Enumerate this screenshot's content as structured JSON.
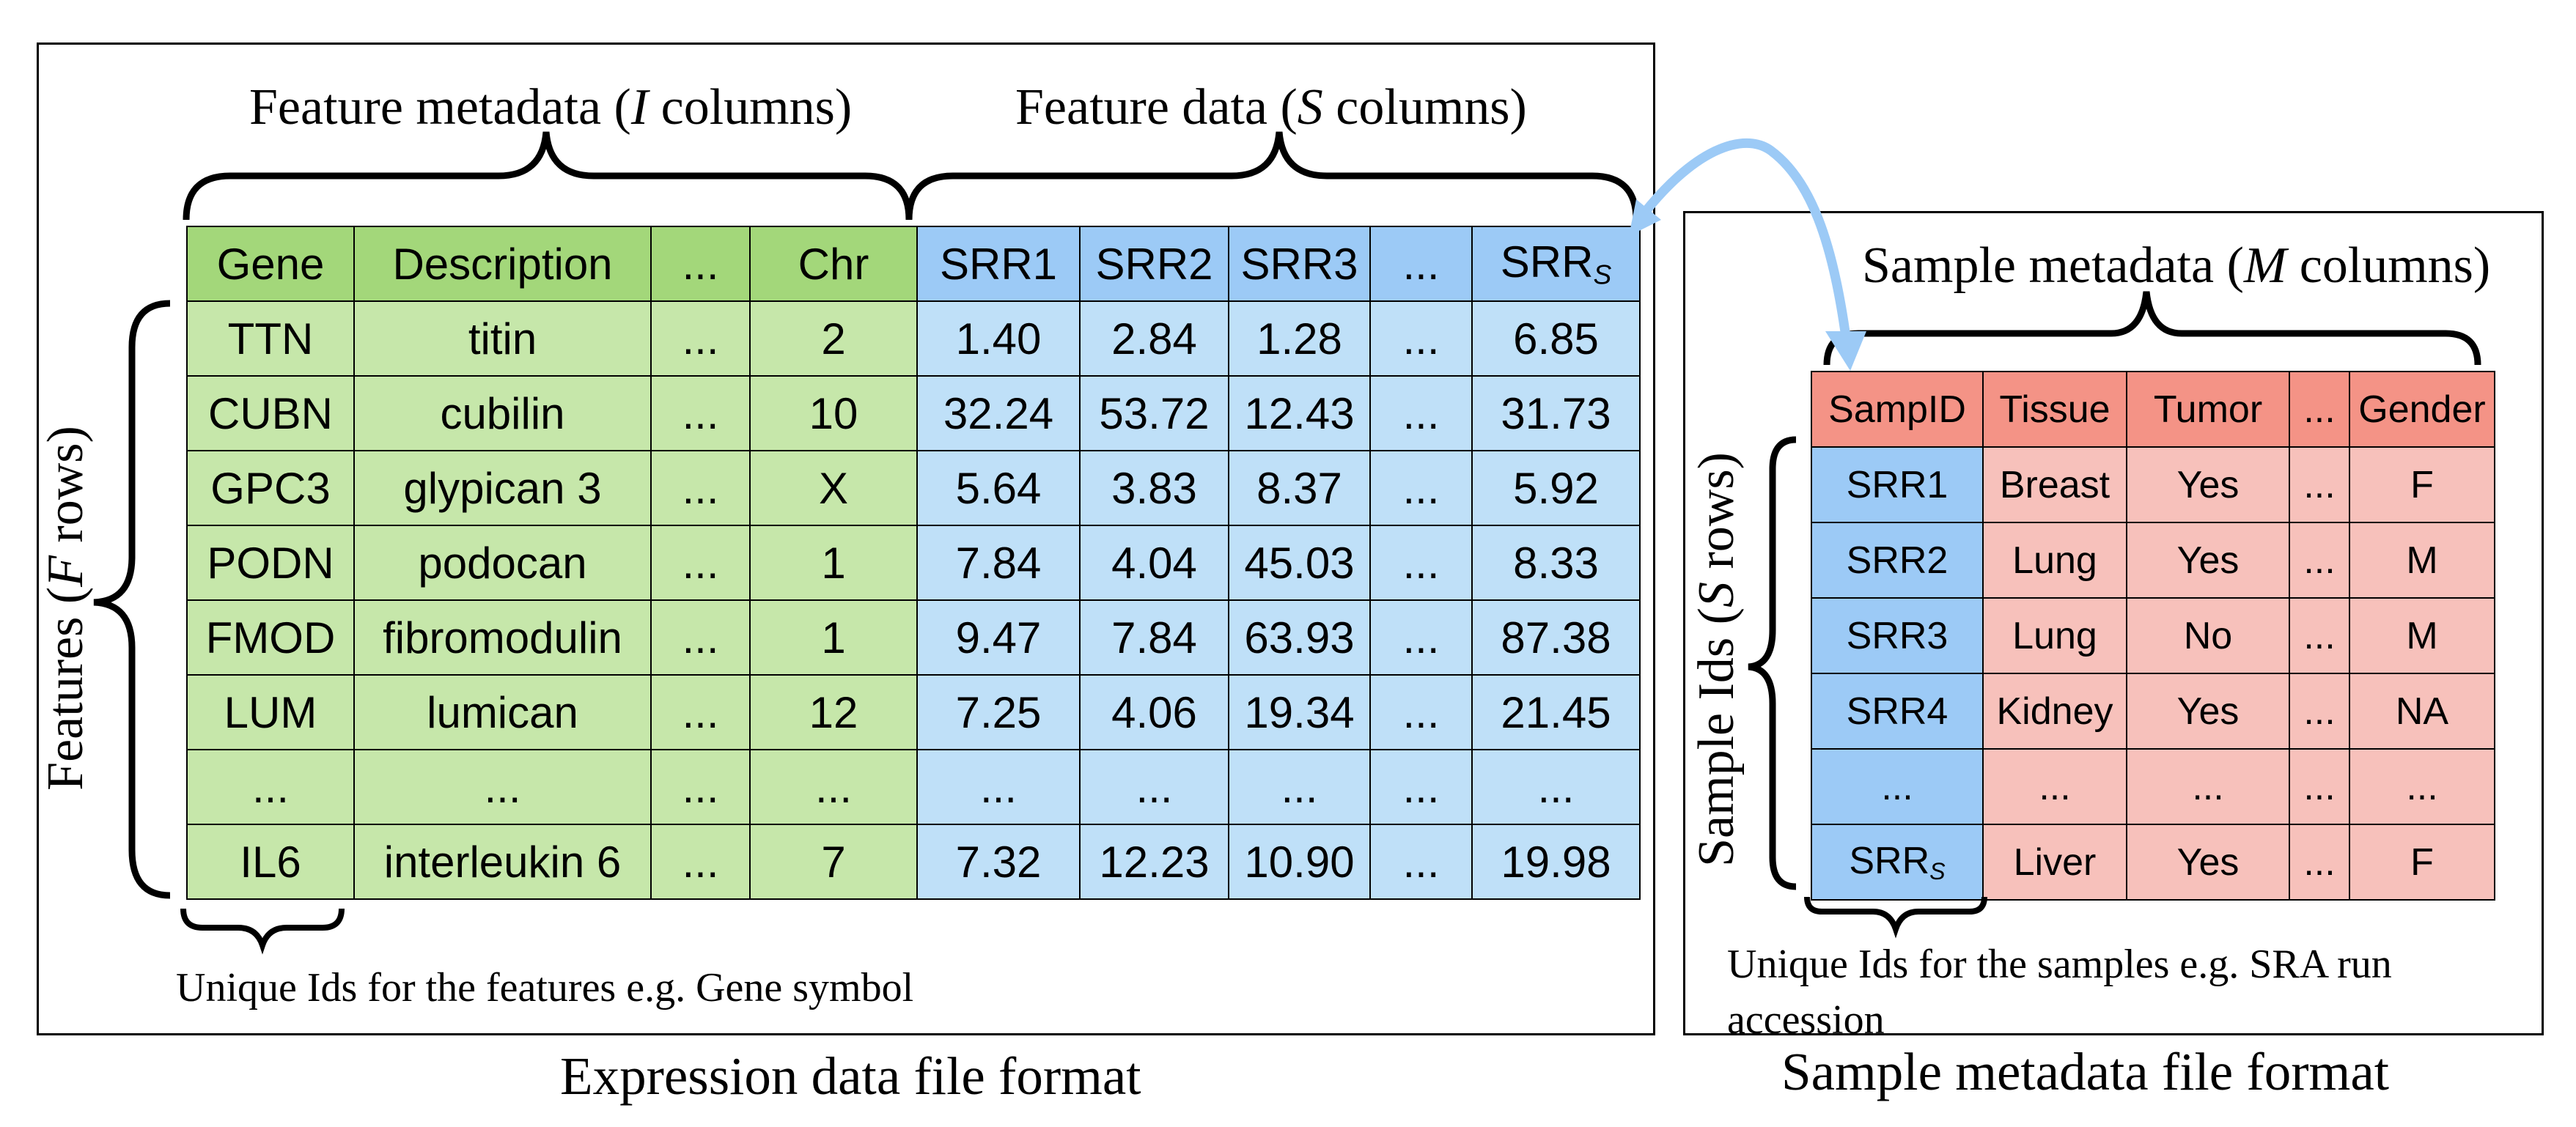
{
  "expression": {
    "caption": "Expression data file format",
    "feature_metadata_label": {
      "prefix": "Feature metadata (",
      "var": "I",
      "suffix": " columns)"
    },
    "feature_data_label": {
      "prefix": "Feature data (",
      "var": "S",
      "suffix": " columns)"
    },
    "rows_label": {
      "prefix": "Features (",
      "var": "F",
      "suffix": " rows)"
    },
    "unique_ids_note": "Unique Ids for the features e.g. Gene symbol",
    "headers": [
      "Gene",
      "Description",
      "...",
      "Chr",
      "SRR1",
      "SRR2",
      "SRR3",
      "...",
      "SRR"
    ],
    "last_header_subscript": "S",
    "rows": [
      [
        "TTN",
        "titin",
        "...",
        "2",
        "1.40",
        "2.84",
        "1.28",
        "...",
        "6.85"
      ],
      [
        "CUBN",
        "cubilin",
        "...",
        "10",
        "32.24",
        "53.72",
        "12.43",
        "...",
        "31.73"
      ],
      [
        "GPC3",
        "glypican 3",
        "...",
        "X",
        "5.64",
        "3.83",
        "8.37",
        "...",
        "5.92"
      ],
      [
        "PODN",
        "podocan",
        "...",
        "1",
        "7.84",
        "4.04",
        "45.03",
        "...",
        "8.33"
      ],
      [
        "FMOD",
        "fibromodulin",
        "...",
        "1",
        "9.47",
        "7.84",
        "63.93",
        "...",
        "87.38"
      ],
      [
        "LUM",
        "lumican",
        "...",
        "12",
        "7.25",
        "4.06",
        "19.34",
        "...",
        "21.45"
      ],
      [
        "...",
        "...",
        "...",
        "...",
        "...",
        "...",
        "...",
        "...",
        "..."
      ],
      [
        "IL6",
        "interleukin 6",
        "...",
        "7",
        "7.32",
        "12.23",
        "10.90",
        "...",
        "19.98"
      ]
    ]
  },
  "sample": {
    "caption": "Sample metadata file format",
    "metadata_label": {
      "prefix": "Sample metadata (",
      "var": "M",
      "suffix": " columns)"
    },
    "rows_label": {
      "prefix": "Sample Ids (",
      "var": "S",
      "suffix": " rows)"
    },
    "unique_ids_note_line1": "Unique Ids for the samples e.g. SRA run",
    "unique_ids_note_line2": "accession",
    "headers": [
      "SampID",
      "Tissue",
      "Tumor",
      "...",
      "Gender"
    ],
    "rows": [
      [
        "SRR1",
        "Breast",
        "Yes",
        "...",
        "F"
      ],
      [
        "SRR2",
        "Lung",
        "Yes",
        "...",
        "M"
      ],
      [
        "SRR3",
        "Lung",
        "No",
        "...",
        "M"
      ],
      [
        "SRR4",
        "Kidney",
        "Yes",
        "...",
        "NA"
      ],
      [
        "...",
        "...",
        "...",
        "...",
        "..."
      ],
      [
        "SRR",
        "Liver",
        "Yes",
        "...",
        "F"
      ]
    ],
    "last_id_subscript": "S"
  },
  "colors": {
    "feature_metadata_header": "#a3d77a",
    "feature_metadata_body": "#c6e7aa",
    "feature_data_header": "#9ccaf6",
    "feature_data_body": "#bfe0f8",
    "sample_metadata_header": "#f49386",
    "sample_metadata_body": "#f7c1bb",
    "link_arrow": "#9ccaf6"
  }
}
